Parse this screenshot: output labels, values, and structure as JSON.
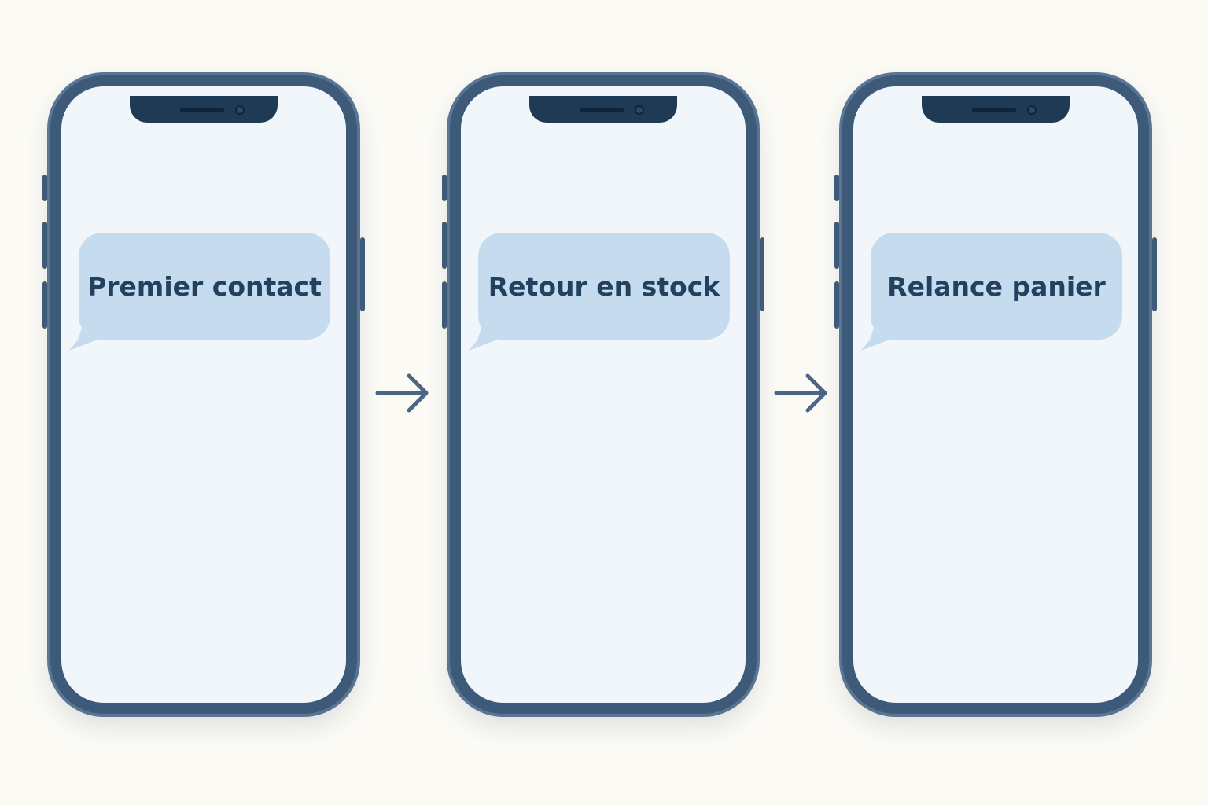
{
  "colors": {
    "background": "#fbfaf5",
    "phone_frame": "#3e5a79",
    "screen": "#f1f6fb",
    "bubble": "#c6dbee",
    "text": "#22415e",
    "arrow": "#4a6684"
  },
  "steps": [
    {
      "label": "Premier contact"
    },
    {
      "label": "Retour en stock"
    },
    {
      "label": "Relance panier"
    }
  ],
  "icons": {
    "arrow": "arrow-right-icon"
  }
}
